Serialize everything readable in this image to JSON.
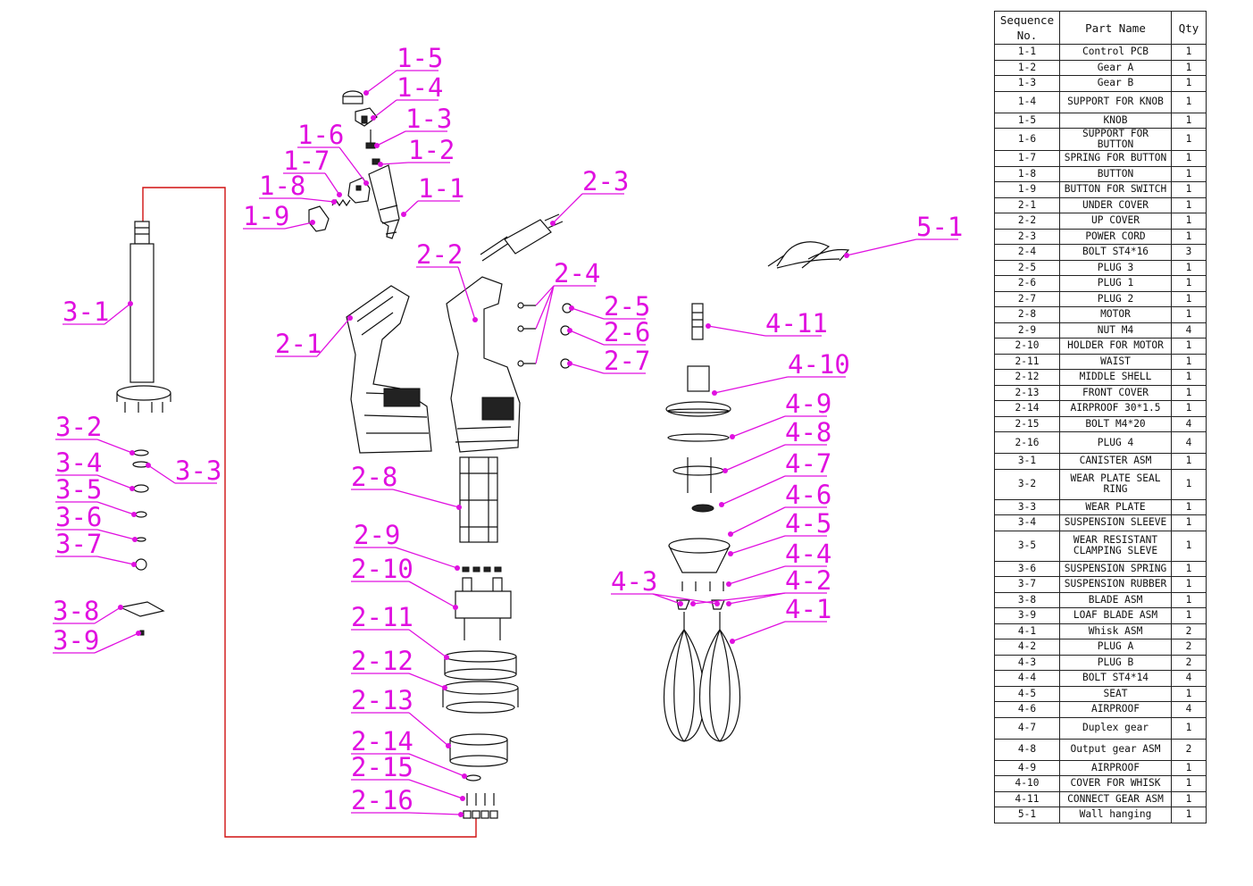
{
  "table": {
    "headers": {
      "seq": "Sequence No.",
      "name": "Part Name",
      "qty": "Qty"
    },
    "rows": [
      {
        "seq": "1-1",
        "name": "Control PCB",
        "qty": "1"
      },
      {
        "seq": "1-2",
        "name": "Gear A",
        "qty": "1"
      },
      {
        "seq": "1-3",
        "name": "Gear B",
        "qty": "1"
      },
      {
        "seq": "1-4",
        "name": "SUPPORT FOR KNOB",
        "qty": "1"
      },
      {
        "seq": "1-5",
        "name": "KNOB",
        "qty": "1"
      },
      {
        "seq": "1-6",
        "name": "SUPPORT FOR BUTTON",
        "qty": "1"
      },
      {
        "seq": "1-7",
        "name": "SPRING FOR BUTTON",
        "qty": "1"
      },
      {
        "seq": "1-8",
        "name": "BUTTON",
        "qty": "1"
      },
      {
        "seq": "1-9",
        "name": "BUTTON FOR SWITCH",
        "qty": "1"
      },
      {
        "seq": "2-1",
        "name": "UNDER COVER",
        "qty": "1"
      },
      {
        "seq": "2-2",
        "name": "UP COVER",
        "qty": "1"
      },
      {
        "seq": "2-3",
        "name": "POWER CORD",
        "qty": "1"
      },
      {
        "seq": "2-4",
        "name": "BOLT ST4*16",
        "qty": "3"
      },
      {
        "seq": "2-5",
        "name": "PLUG 3",
        "qty": "1"
      },
      {
        "seq": "2-6",
        "name": "PLUG 1",
        "qty": "1"
      },
      {
        "seq": "2-7",
        "name": "PLUG 2",
        "qty": "1"
      },
      {
        "seq": "2-8",
        "name": "MOTOR",
        "qty": "1"
      },
      {
        "seq": "2-9",
        "name": "NUT M4",
        "qty": "4"
      },
      {
        "seq": "2-10",
        "name": "HOLDER FOR MOTOR",
        "qty": "1"
      },
      {
        "seq": "2-11",
        "name": "WAIST",
        "qty": "1"
      },
      {
        "seq": "2-12",
        "name": "MIDDLE SHELL",
        "qty": "1"
      },
      {
        "seq": "2-13",
        "name": "FRONT COVER",
        "qty": "1"
      },
      {
        "seq": "2-14",
        "name": "AIRPROOF 30*1.5",
        "qty": "1"
      },
      {
        "seq": "2-15",
        "name": "BOLT M4*20",
        "qty": "4"
      },
      {
        "seq": "2-16",
        "name": "PLUG 4",
        "qty": "4"
      },
      {
        "seq": "3-1",
        "name": "CANISTER ASM",
        "qty": "1"
      },
      {
        "seq": "3-2",
        "name": "WEAR PLATE SEAL RING",
        "qty": "1"
      },
      {
        "seq": "3-3",
        "name": "WEAR PLATE",
        "qty": "1"
      },
      {
        "seq": "3-4",
        "name": "SUSPENSION SLEEVE",
        "qty": "1"
      },
      {
        "seq": "3-5",
        "name": "WEAR RESISTANT CLAMPING SLEVE",
        "qty": "1"
      },
      {
        "seq": "3-6",
        "name": "SUSPENSION SPRING",
        "qty": "1"
      },
      {
        "seq": "3-7",
        "name": "SUSPENSION RUBBER",
        "qty": "1"
      },
      {
        "seq": "3-8",
        "name": "BLADE ASM",
        "qty": "1"
      },
      {
        "seq": "3-9",
        "name": "LOAF BLADE ASM",
        "qty": "1"
      },
      {
        "seq": "4-1",
        "name": "Whisk ASM",
        "qty": "2"
      },
      {
        "seq": "4-2",
        "name": "PLUG A",
        "qty": "2"
      },
      {
        "seq": "4-3",
        "name": "PLUG B",
        "qty": "2"
      },
      {
        "seq": "4-4",
        "name": "BOLT ST4*14",
        "qty": "4"
      },
      {
        "seq": "4-5",
        "name": "SEAT",
        "qty": "1"
      },
      {
        "seq": "4-6",
        "name": "AIRPROOF",
        "qty": "4"
      },
      {
        "seq": "4-7",
        "name": "Duplex gear",
        "qty": "1"
      },
      {
        "seq": "4-8",
        "name": "Output gear ASM",
        "qty": "2"
      },
      {
        "seq": "4-9",
        "name": "AIRPROOF",
        "qty": "1"
      },
      {
        "seq": "4-10",
        "name": "COVER FOR WHISK",
        "qty": "1"
      },
      {
        "seq": "4-11",
        "name": "CONNECT GEAR ASM",
        "qty": "1"
      },
      {
        "seq": "5-1",
        "name": "Wall hanging",
        "qty": "1"
      }
    ]
  },
  "callouts": [
    "1-1",
    "1-2",
    "1-3",
    "1-4",
    "1-5",
    "1-6",
    "1-7",
    "1-8",
    "1-9",
    "2-1",
    "2-2",
    "2-3",
    "2-4",
    "2-5",
    "2-6",
    "2-7",
    "2-8",
    "2-9",
    "2-10",
    "2-11",
    "2-12",
    "2-13",
    "2-14",
    "2-15",
    "2-16",
    "3-1",
    "3-2",
    "3-3",
    "3-4",
    "3-5",
    "3-6",
    "3-7",
    "3-8",
    "3-9",
    "4-1",
    "4-2",
    "4-3",
    "4-4",
    "4-5",
    "4-6",
    "4-7",
    "4-8",
    "4-9",
    "4-10",
    "4-11",
    "5-1"
  ],
  "colors": {
    "callout": "#e010e0",
    "connector": "#d01010",
    "line": "#111111"
  }
}
